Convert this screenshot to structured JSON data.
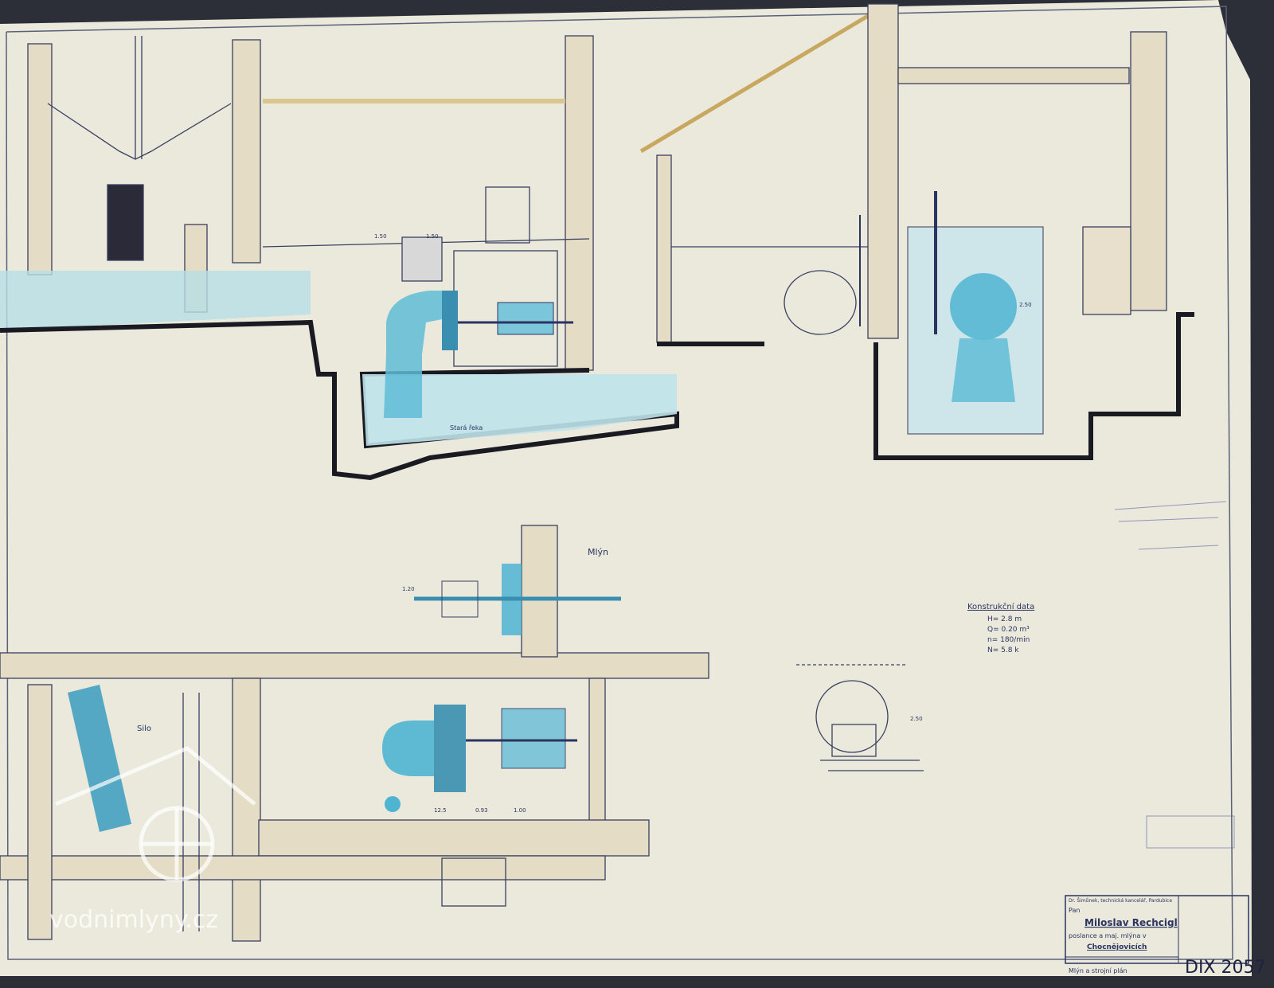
{
  "colors": {
    "paper": "#ebe9dc",
    "wall": "#e4dcc4",
    "ink": "#2b3460",
    "water": "#8fd0e0",
    "turbine": "#3aa6c8"
  },
  "labels": {
    "plan_label": "Mlýn",
    "silo_label": "Silo",
    "river_label": "Stará řeka",
    "dim_1": "1.50",
    "dim_2": "1.50",
    "dim_3": "2.50",
    "dim_4": "1.20",
    "dim_5": "12.5",
    "dim_6": "0.93",
    "dim_7": "1.00",
    "dim_8": "2.50"
  },
  "construction_data": {
    "title": "Konstrukční data",
    "lines": [
      "H= 2.8 m",
      "Q= 0.20 m³",
      "n= 180/min",
      "N= 5.8 k"
    ]
  },
  "title_block": {
    "header": "Dr. Šimůnek, technická kancelář, Pardubice",
    "to": "Pan",
    "name": "Miloslav Rechcigl",
    "subtitle": "poslance a maj. mlýna v",
    "place": "Chocnějovicích",
    "sheet_title": "Mlýn a strojní plán",
    "drawing_number": "DIX 2057"
  },
  "watermark": "vodnimlyny.cz"
}
